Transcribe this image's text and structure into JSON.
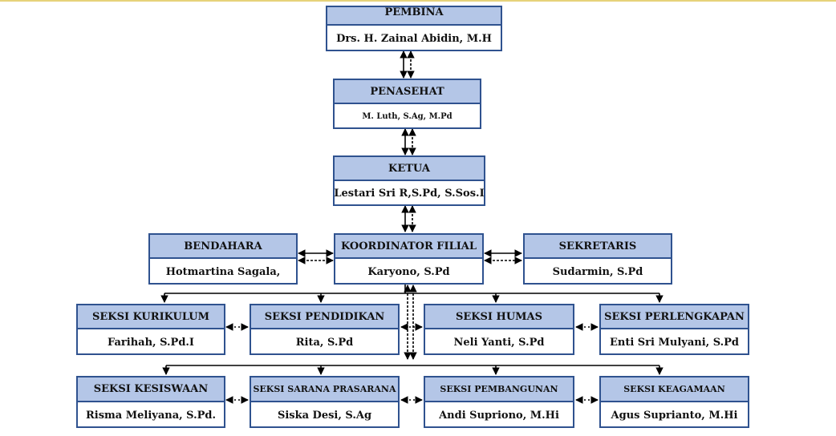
{
  "pembina": {
    "title": "PEMBINA",
    "name": "Drs. H. Zainal Abidin, M.H"
  },
  "penasehat": {
    "title": "PENASEHAT",
    "name": "M. Luth, S.Ag, M.Pd"
  },
  "ketua": {
    "title": "KETUA",
    "name": "Lestari Sri R,S.Pd, S.Sos.I"
  },
  "bendahara": {
    "title": "BENDAHARA",
    "name": "Hotmartina Sagala,"
  },
  "koordinator": {
    "title": "KOORDINATOR FILIAL",
    "name": "Karyono, S.Pd"
  },
  "sekretaris": {
    "title": "SEKRETARIS",
    "name": "Sudarmin, S.Pd"
  },
  "row1": [
    {
      "title": "SEKSI KURIKULUM",
      "name": "Farihah, S.Pd.I"
    },
    {
      "title": "SEKSI PENDIDIKAN",
      "name": "Rita, S.Pd"
    },
    {
      "title": "SEKSI HUMAS",
      "name": "Neli Yanti, S.Pd"
    },
    {
      "title": "SEKSI PERLENGKAPAN",
      "name": "Enti Sri Mulyani, S.Pd"
    }
  ],
  "row2": [
    {
      "title": "SEKSI KESISWAAN",
      "name": "Risma Meliyana, S.Pd."
    },
    {
      "title": "SEKSI SARANA PRASARANA",
      "name": "Siska Desi, S.Ag"
    },
    {
      "title": "SEKSI PEMBANGUNAN",
      "name": "Andi Supriono, M.Hi"
    },
    {
      "title": "SEKSI KEAGAMAAN",
      "name": "Agus Suprianto, M.Hi"
    }
  ],
  "colors": {
    "border": "#2f528f",
    "header_fill": "#b4c6e7",
    "line": "#000000"
  }
}
